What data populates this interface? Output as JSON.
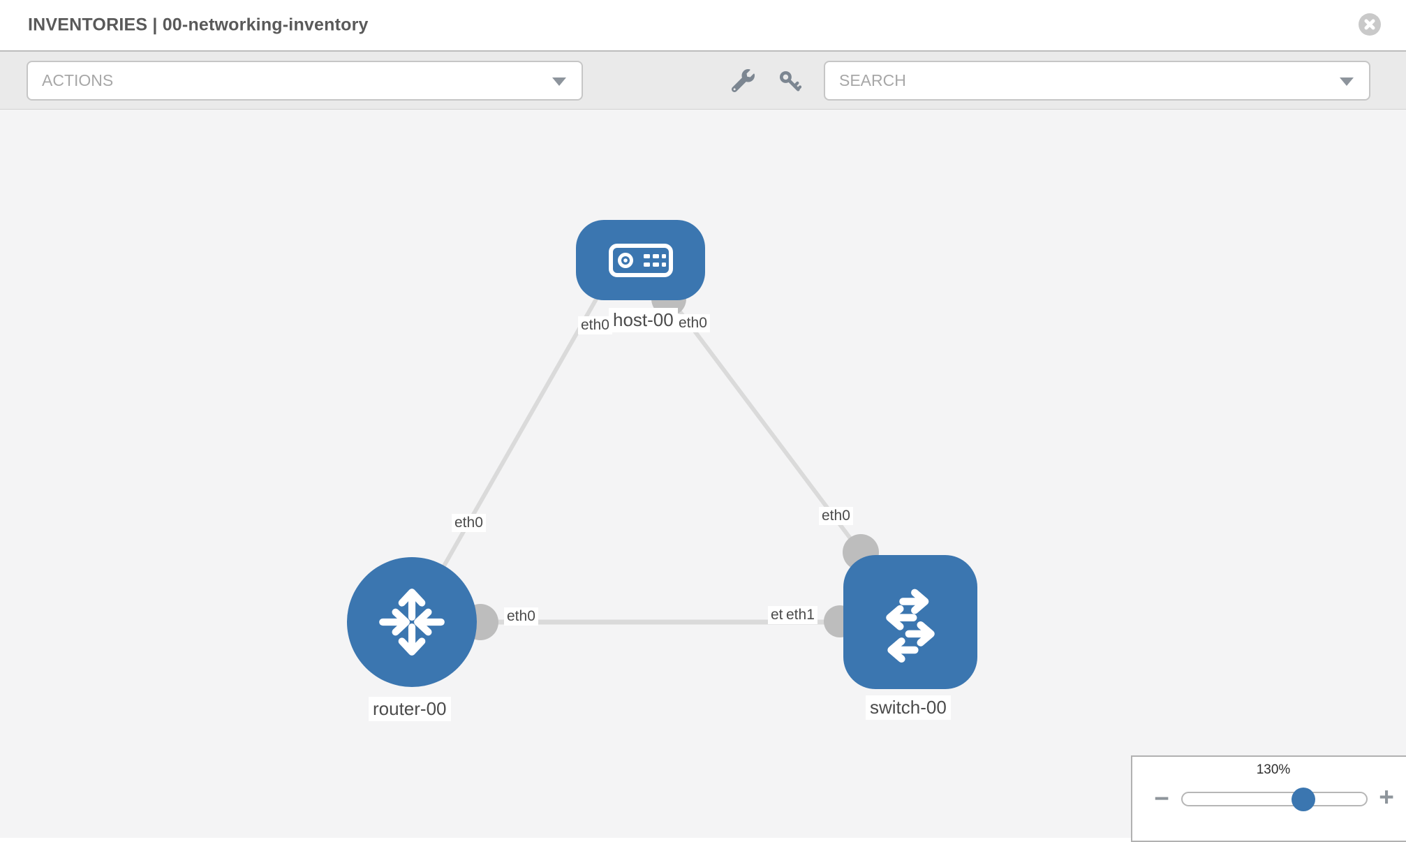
{
  "header": {
    "title": "INVENTORIES | 00-networking-inventory"
  },
  "toolbar": {
    "actions_label": "ACTIONS",
    "search_label": "SEARCH"
  },
  "icons": {
    "close": "x-circle",
    "actions_caret": "caret-down",
    "search_caret": "caret-down",
    "wrench": "wrench",
    "key": "key",
    "zoom_out": "minus",
    "zoom_in": "plus"
  },
  "topology": {
    "nodes": [
      {
        "id": "host-00",
        "label": "host-00",
        "type": "host"
      },
      {
        "id": "router-00",
        "label": "router-00",
        "type": "router"
      },
      {
        "id": "switch-00",
        "label": "switch-00",
        "type": "switch"
      }
    ],
    "interface_labels": {
      "host_left": "eth0",
      "host_right": "eth0",
      "host_router_link": "eth0",
      "host_switch_link": "eth0",
      "router_switch_router_end": "eth0",
      "router_switch_switch_end_under": "eth0",
      "router_switch_switch_end": "eth1"
    }
  },
  "zoom_widget": {
    "level": "130%",
    "zoom_out_glyph": "−",
    "zoom_in_glyph": "+"
  },
  "colors": {
    "node_blue": "#3b76b0",
    "link_gray": "#dadada",
    "interface_dot_gray": "#bdbdbd",
    "toolbar_gray": "#eaeaea",
    "canvas_gray": "#f4f4f5",
    "muted_text": "#a7a7a7",
    "title_text": "#595959"
  }
}
